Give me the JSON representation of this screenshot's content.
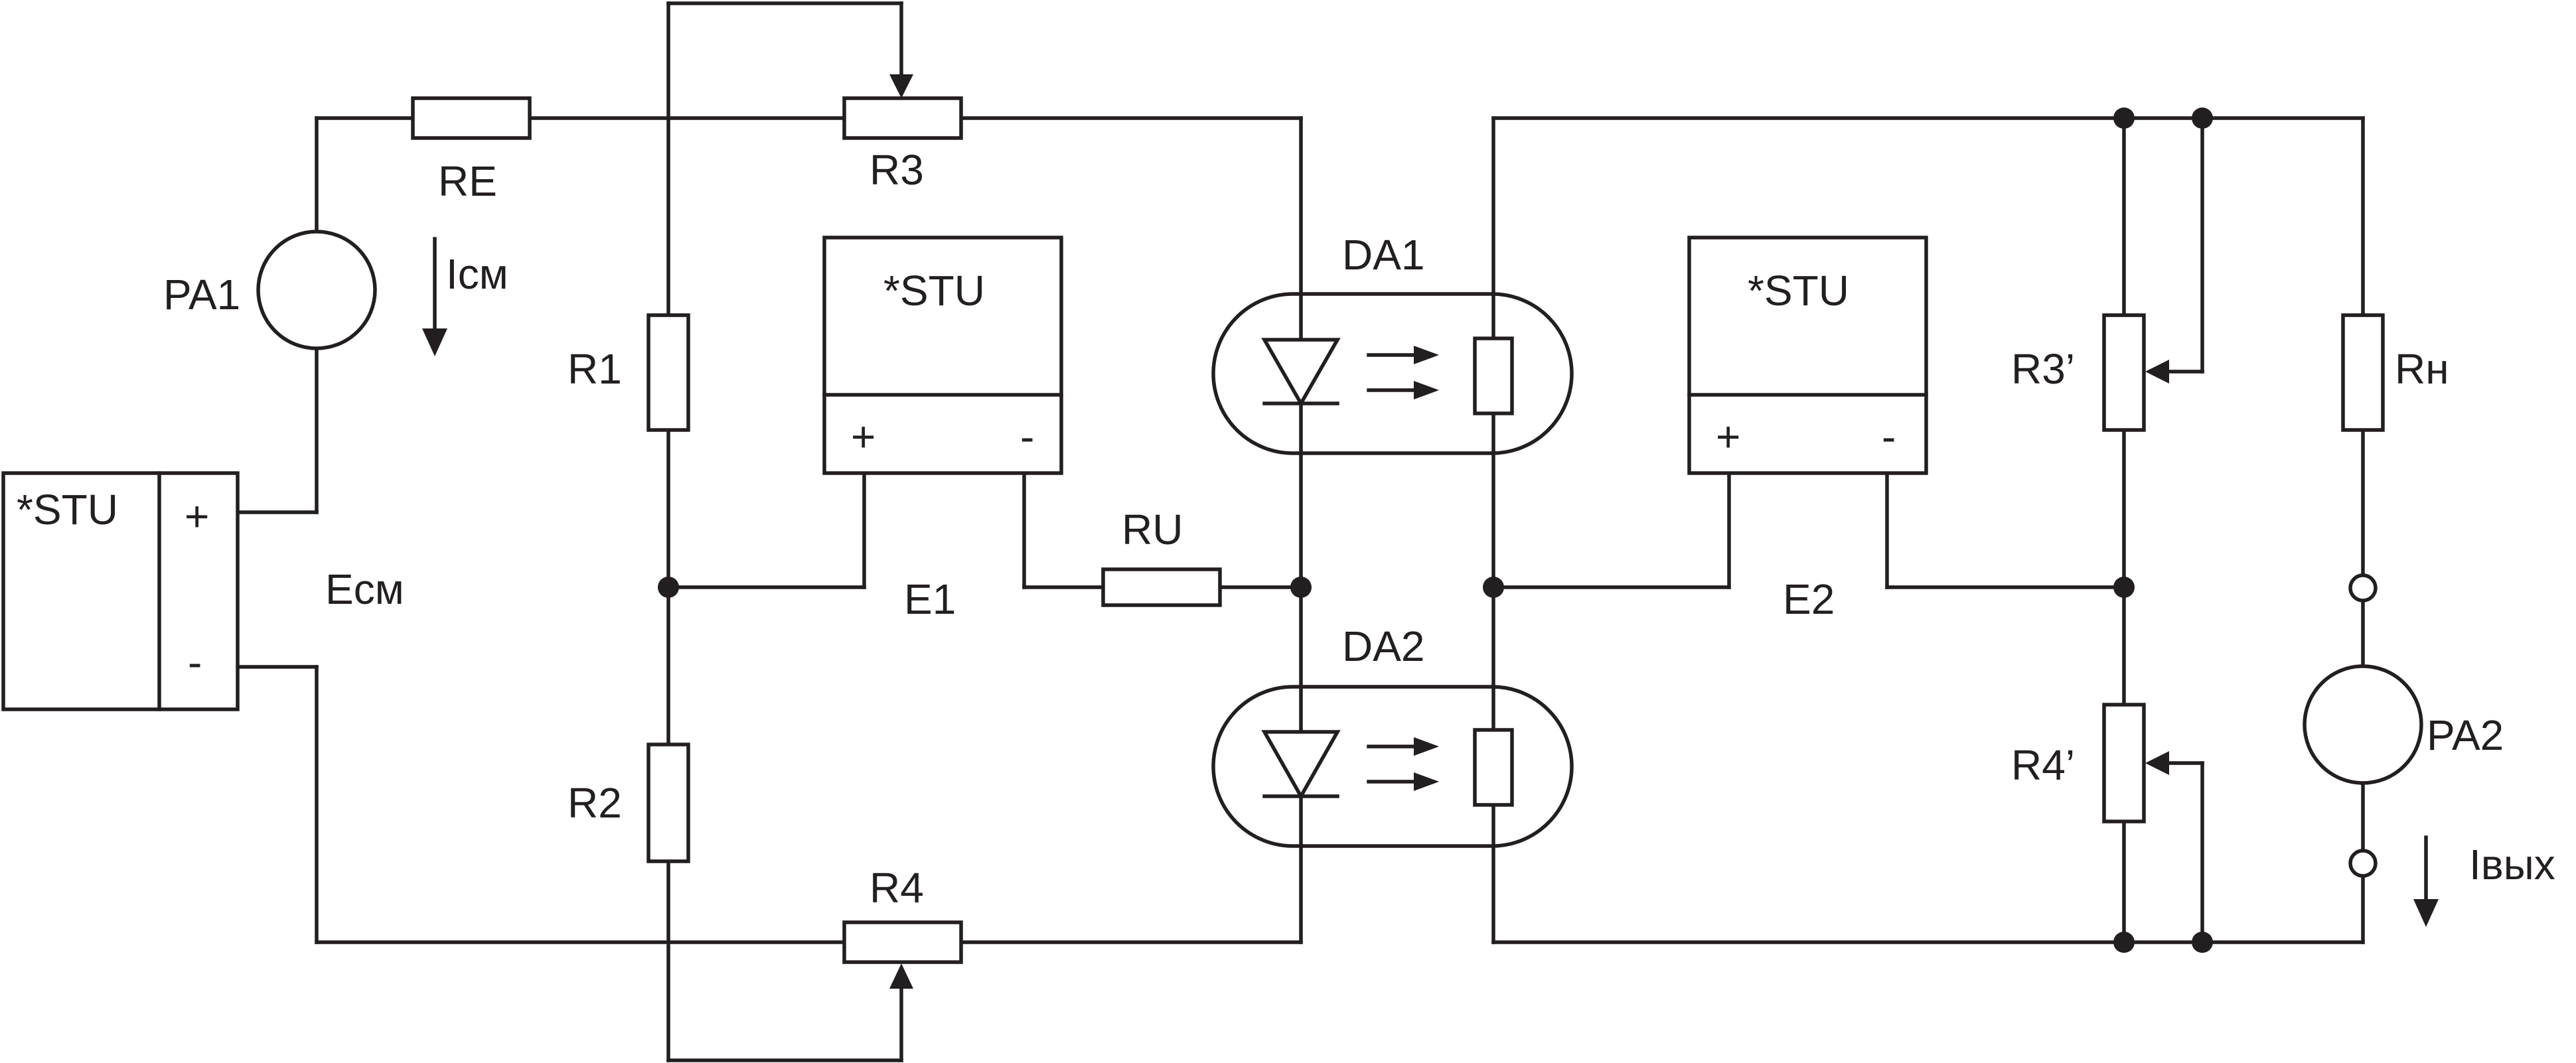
{
  "labels": {
    "RE": "RE",
    "R3": "R3",
    "R4": "R4",
    "R1": "R1",
    "R2": "R2",
    "RU": "RU",
    "PA1": "PA1",
    "PA2": "PA2",
    "Icm": "Iсм",
    "Ecm": "Eсм",
    "E1": "E1",
    "E2": "E2",
    "DA1": "DA1",
    "DA2": "DA2",
    "R3p": "R3’",
    "R4p": "R4’",
    "Rn": "Rн",
    "Iout": "Iвых"
  },
  "stu": {
    "source_name": "*STU",
    "stu1_name": "*STU",
    "stu2_name": "*STU",
    "plus": "+",
    "minus": "-"
  }
}
